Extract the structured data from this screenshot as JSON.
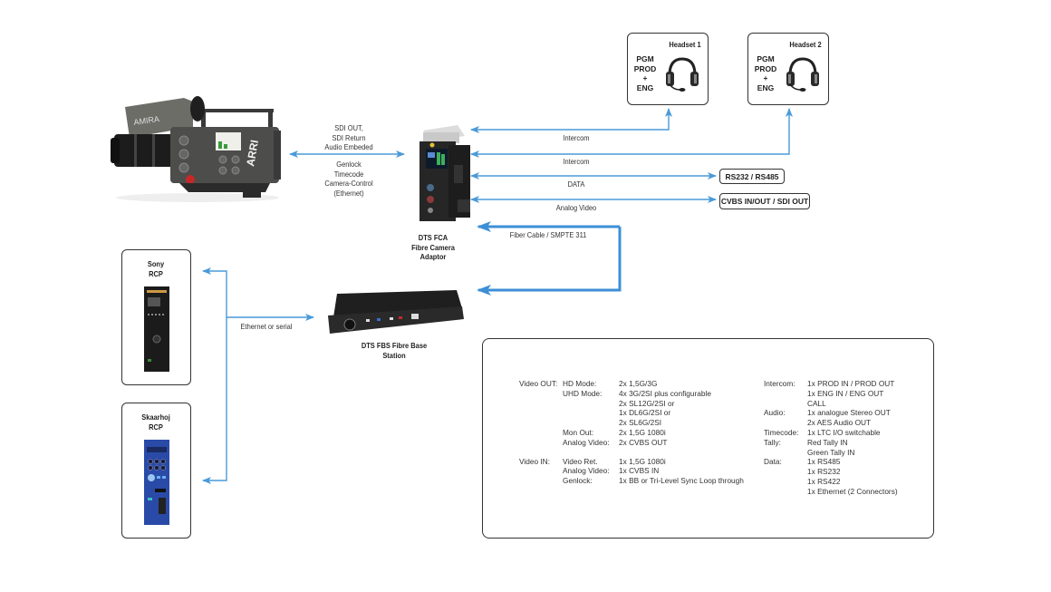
{
  "colors": {
    "wire": "#4a9ad8",
    "fiber": "#3d8fd6",
    "border": "#333333",
    "text": "#333333"
  },
  "headsets": [
    {
      "title": "Headset 1",
      "channels": [
        "PGM",
        "PROD",
        "+",
        "ENG"
      ],
      "icon": "headset-icon"
    },
    {
      "title": "Headset 2",
      "channels": [
        "PGM",
        "PROD",
        "+",
        "ENG"
      ],
      "icon": "headset-icon"
    }
  ],
  "camera": {
    "icon": "cinema-camera-icon"
  },
  "camera_link": {
    "top_lines": [
      "SDI OUT,",
      "SDI Return",
      "Audio Embeded"
    ],
    "bottom_lines": [
      "Genlock",
      "Timecode",
      "Camera-Control",
      "(Ethernet)"
    ]
  },
  "fca": {
    "name_lines": [
      "DTS FCA",
      "Fibre Camera",
      "Adaptor"
    ],
    "icon": "fibre-camera-adaptor-icon"
  },
  "fca_links": [
    {
      "label": "Intercom"
    },
    {
      "label": "Intercom"
    },
    {
      "label": "DATA",
      "target": "RS232 / RS485"
    },
    {
      "label": "Analog Video",
      "target": "CVBS IN/OUT / SDI OUT"
    }
  ],
  "fiber": {
    "label": "Fiber Cable / SMPTE 311"
  },
  "fbs": {
    "name_lines": [
      "DTS FBS Fibre Base",
      "Station"
    ],
    "icon": "fibre-base-station-icon"
  },
  "rcp_link": {
    "label": "Ethernet or serial"
  },
  "rcps": [
    {
      "name_lines": [
        "Sony",
        "RCP"
      ],
      "icon": "sony-rcp-panel-icon"
    },
    {
      "name_lines": [
        "Skaarhoj",
        "RCP"
      ],
      "icon": "skaarhoj-rcp-panel-icon"
    }
  ],
  "specs": {
    "left": [
      {
        "group": "Video OUT:",
        "items": [
          {
            "key": "HD Mode:",
            "values": [
              "2x 1,5G/3G"
            ]
          },
          {
            "key": "UHD Mode:",
            "values": [
              "4x 3G/2SI plus configurable",
              "2x SL12G/2SI or",
              "1x DL6G/2SI or",
              "2x SL6G/2SI"
            ]
          },
          {
            "key": "Mon Out:",
            "values": [
              "2x 1,5G 1080i"
            ]
          },
          {
            "key": "Analog Video:",
            "values": [
              "2x CVBS OUT"
            ]
          }
        ]
      },
      {
        "group": "Video IN:",
        "items": [
          {
            "key": "Video Ret.",
            "values": [
              "1x 1,5G 1080i"
            ]
          },
          {
            "key": "Analog Video:",
            "values": [
              "1x CVBS IN"
            ]
          },
          {
            "key": "Genlock:",
            "values": [
              "1x BB or Tri-Level Sync Loop through"
            ]
          }
        ]
      }
    ],
    "right": [
      {
        "key": "Intercom:",
        "values": [
          "1x PROD IN / PROD OUT",
          "1x ENG IN / ENG OUT",
          "CALL"
        ]
      },
      {
        "key": "Audio:",
        "values": [
          "1x analogue Stereo OUT",
          "2x AES Audio OUT"
        ]
      },
      {
        "key": "Timecode:",
        "values": [
          "1x LTC I/O switchable"
        ]
      },
      {
        "key": "Tally:",
        "values": [
          "Red Tally IN",
          "Green Tally IN"
        ]
      },
      {
        "key": "Data:",
        "values": [
          "1x RS485",
          "1x RS232",
          "1x RS422",
          "1x Ethernet (2 Connectors)"
        ]
      }
    ]
  }
}
